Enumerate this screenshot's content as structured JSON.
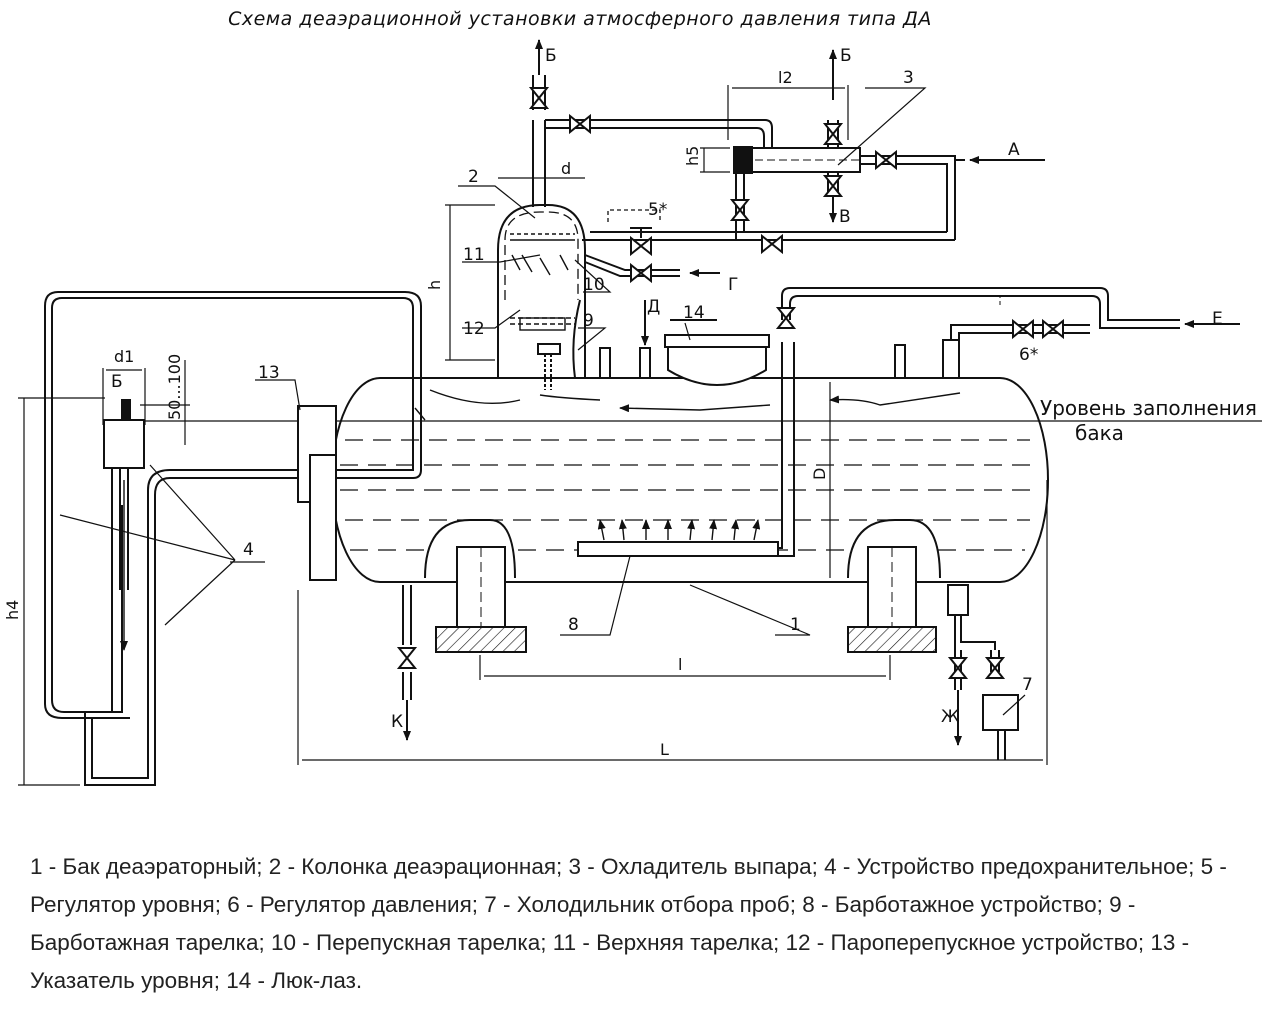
{
  "title": "Схема деаэрационной установки атмосферного давления типа ДА",
  "labels": {
    "n1": "1",
    "n2": "2",
    "n3": "3",
    "n4": "4",
    "n5": "5*",
    "n6": "6*",
    "n7": "7",
    "n8": "8",
    "n9": "9",
    "n10": "10",
    "n11": "11",
    "n12": "12",
    "n13": "13",
    "n14": "14"
  },
  "flows": {
    "A": "А",
    "B_left": "Б",
    "B_right": "Б",
    "B_device": "Б",
    "V": "В",
    "G": "Г",
    "D_port": "Д",
    "E": "Е",
    "Zh": "Ж",
    "K": "К"
  },
  "dimensions": {
    "l2": "l2",
    "h5": "h5",
    "d": "d",
    "h": "h",
    "d1": "d1",
    "range": "50...100",
    "h4": "h4",
    "D": "D",
    "l": "l",
    "L": "L"
  },
  "fill_level": {
    "line1": "Уровень заполнения",
    "line2": "бака"
  },
  "legend": "1 - Бак деаэраторный; 2 - Колонка деаэрационная; 3 - Охладитель выпара; 4 - Устройство предохранительное; 5 - Регулятор уровня; 6 - Регулятор давления; 7 - Холодильник отбора проб; 8 - Барботажное устройство; 9 - Барботажная тарелка; 10 - Перепускная тарелка; 11 - Верхняя тарелка; 12 - Пароперепускное устройство; 13 - Указатель уровня; 14 - Люк-лаз."
}
